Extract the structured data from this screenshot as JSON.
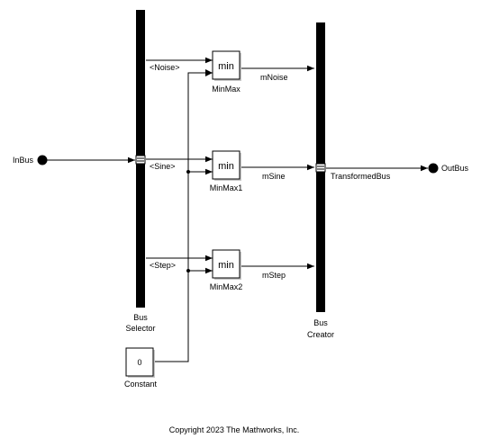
{
  "ports": {
    "in_label": "InBus",
    "out_label": "OutBus"
  },
  "bus_selector": {
    "label_line1": "Bus",
    "label_line2": "Selector",
    "outputs": [
      "<Noise>",
      "<Sine>",
      "<Step>"
    ]
  },
  "bus_creator": {
    "label_line1": "Bus",
    "label_line2": "Creator",
    "output_signal": "TransformedBus"
  },
  "minmax_blocks": [
    {
      "text": "min",
      "name": "MinMax",
      "output_signal": "mNoise"
    },
    {
      "text": "min",
      "name": "MinMax1",
      "output_signal": "mSine"
    },
    {
      "text": "min",
      "name": "MinMax2",
      "output_signal": "mStep"
    }
  ],
  "constant": {
    "value": "0",
    "name": "Constant"
  },
  "footer": {
    "copyright": "Copyright 2023 The Mathworks, Inc."
  },
  "colors": {
    "line": "#000000",
    "background": "#ffffff",
    "block_shadow": "#c8c8c8"
  }
}
